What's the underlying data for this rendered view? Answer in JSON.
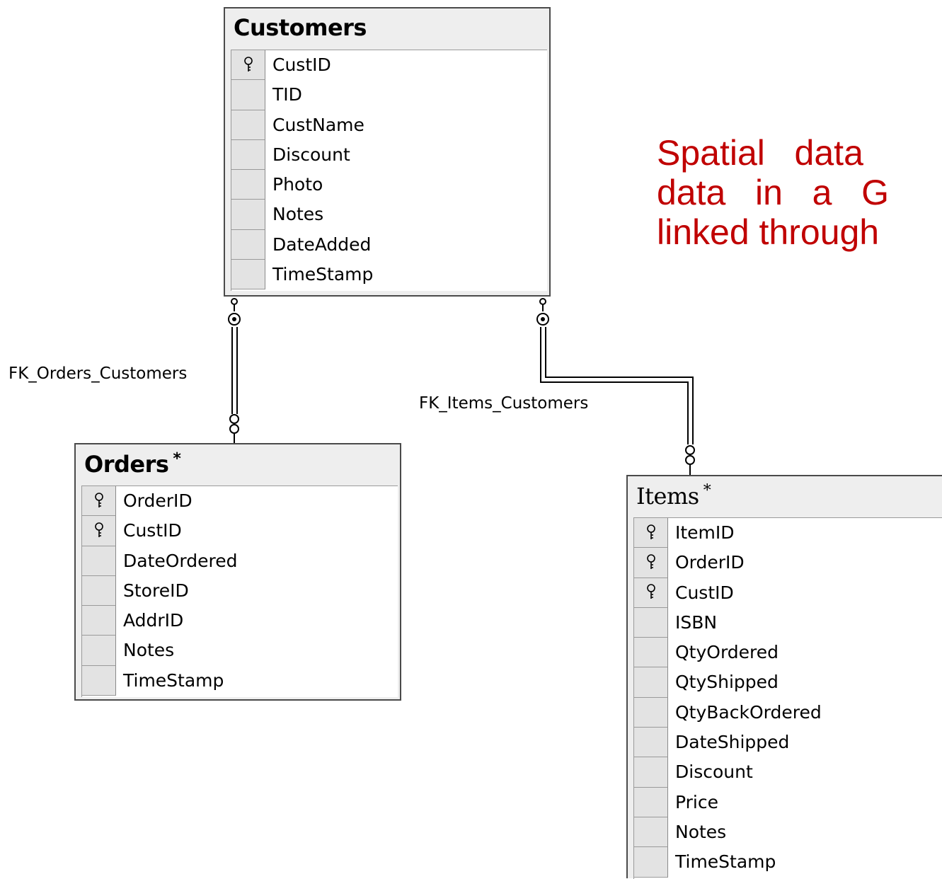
{
  "tables": {
    "customers": {
      "title": "Customers",
      "fields": [
        "CustID",
        "TID",
        "CustName",
        "Discount",
        "Photo",
        "Notes",
        "DateAdded",
        "TimeStamp"
      ],
      "keys": [
        0
      ]
    },
    "orders": {
      "title": "Orders",
      "modified_marker": "*",
      "fields": [
        "OrderID",
        "CustID",
        "DateOrdered",
        "StoreID",
        "AddrID",
        "Notes",
        "TimeStamp"
      ],
      "keys": [
        0,
        1
      ]
    },
    "items": {
      "title": "Items",
      "modified_marker": "*",
      "fields": [
        "ItemID",
        "OrderID",
        "CustID",
        "ISBN",
        "QtyOrdered",
        "QtyShipped",
        "QtyBackOrdered",
        "DateShipped",
        "Discount",
        "Price",
        "Notes",
        "TimeStamp"
      ],
      "keys": [
        0,
        1,
        2
      ]
    }
  },
  "relationships": [
    {
      "name": "FK_Orders_Customers",
      "from": "Customers",
      "to": "Orders"
    },
    {
      "name": "FK_Items_Customers",
      "from": "Customers",
      "to": "Items"
    }
  ],
  "caption": {
    "lines": [
      "Spatial   data",
      "data   in   a   G",
      "linked through"
    ],
    "color": "#c00000"
  },
  "colors": {
    "table_bg": "#eeeeee",
    "grid_bg": "#ffffff",
    "border": "#4a4a4a"
  }
}
